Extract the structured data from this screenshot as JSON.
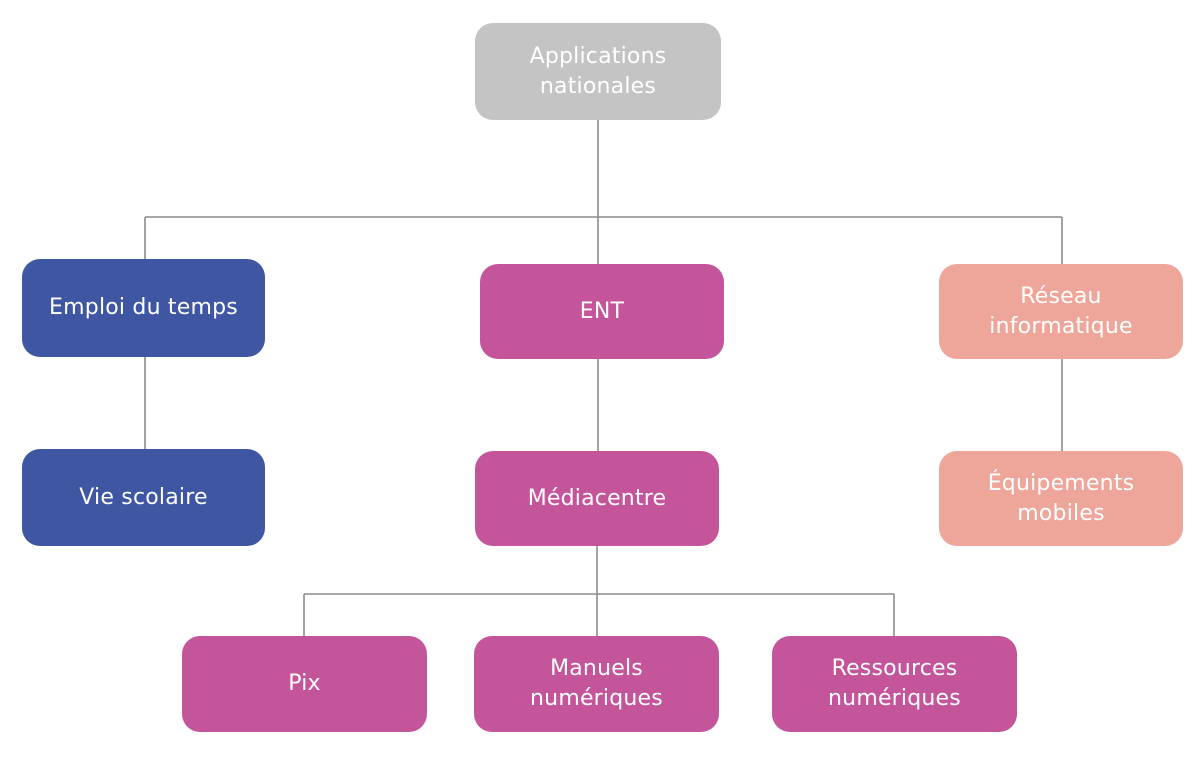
{
  "colors": {
    "national": "#c4c4c4",
    "vie_scolaire_group": "#3f56a3",
    "ent_group": "#c4559b",
    "reseau_group": "#eea59a",
    "connector": "#8c8c8c"
  },
  "nodes": {
    "root": {
      "label": "Applications\nnationales"
    },
    "emploi_du_temps": {
      "label": "Emploi du temps"
    },
    "ent": {
      "label": "ENT"
    },
    "reseau": {
      "label": "Réseau\ninformatique"
    },
    "vie_scolaire": {
      "label": "Vie scolaire"
    },
    "mediacentre": {
      "label": "Médiacentre"
    },
    "equipements": {
      "label": "Équipements\nmobiles"
    },
    "pix": {
      "label": "Pix"
    },
    "manuels": {
      "label": "Manuels\nnumériques"
    },
    "ressources": {
      "label": "Ressources\nnumériques"
    }
  }
}
